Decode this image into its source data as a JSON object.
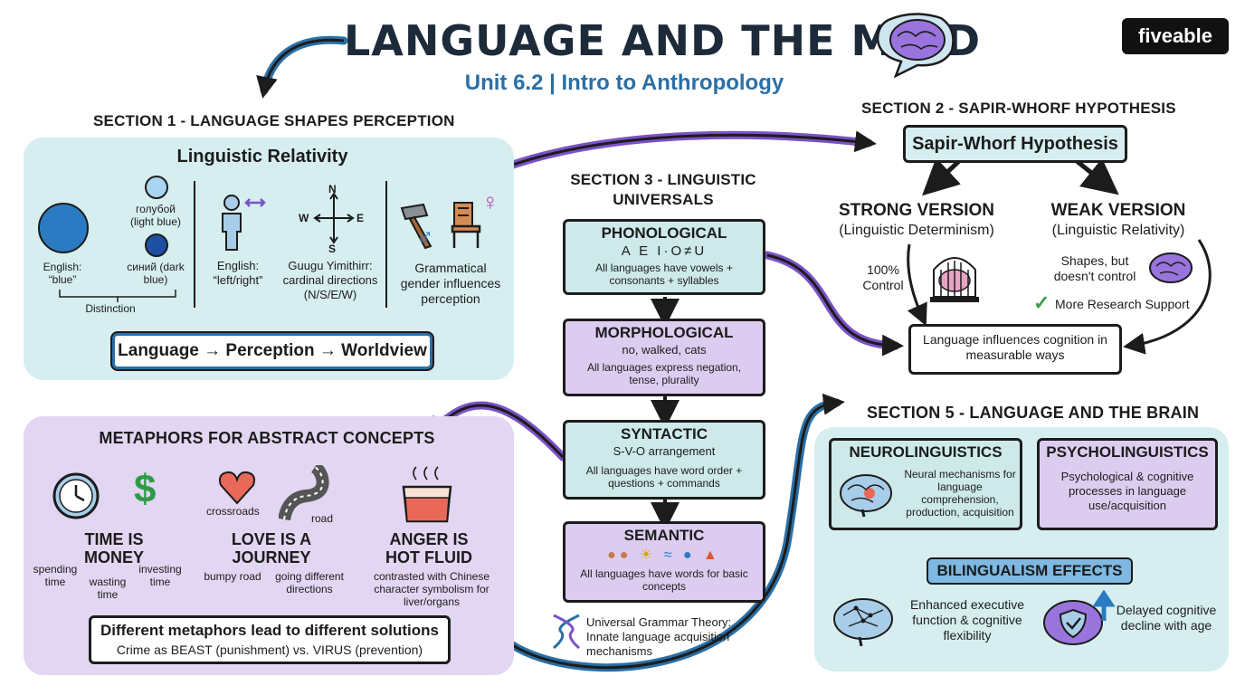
{
  "header": {
    "title": "LANGUAGE AND THE MIND",
    "subtitle": "Unit 6.2 | Intro to Anthropology",
    "logo": "fiveable",
    "colors": {
      "teal": "#d6eeef",
      "lilac": "#e2d6f2",
      "accent_blue": "#2a6fa6",
      "accent_purple": "#7b52c7"
    }
  },
  "section1": {
    "heading": "SECTION 1 - LANGUAGE SHAPES PERCEPTION",
    "panel_title": "Linguistic Relativity",
    "light_blue": "голубой (light blue)",
    "dark_blue": "синий (dark blue)",
    "english_blue": "English: “blue”",
    "distinction": "Distinction",
    "english_lr": "English: “left/right”",
    "guugu": "Guugu Yimithirr: cardinal directions (N/S/E/W)",
    "compass": {
      "n": "N",
      "s": "S",
      "e": "E",
      "w": "W"
    },
    "gender": "Grammatical gender influences perception",
    "flow": "Language → Perception → Worldview"
  },
  "section2": {
    "heading": "SECTION 2 - SAPIR-WHORF HYPOTHESIS",
    "hypothesis": "Sapir-Whorf Hypothesis",
    "strong_title": "STRONG VERSION",
    "strong_sub": "(Linguistic Determinism)",
    "weak_title": "WEAK VERSION",
    "weak_sub": "(Linguistic Relativity)",
    "control": "100% Control",
    "shapes": "Shapes, but doesn't control",
    "research": "More Research Support",
    "conclusion": "Language influences cognition in measurable ways"
  },
  "section3": {
    "heading": "SECTION 3 - LINGUISTIC UNIVERSALS",
    "phon_title": "PHONOLOGICAL",
    "phon_example": "A E I·O≠U",
    "phon_desc": "All languages have vowels + consonants + syllables",
    "morph_title": "MORPHOLOGICAL",
    "morph_example": "no, walked, cats",
    "morph_desc": "All languages express negation, tense, plurality",
    "syn_title": "SYNTACTIC",
    "syn_example": "S-V-O arrangement",
    "syn_desc": "All languages have word order + questions + commands",
    "sem_title": "SEMANTIC",
    "sem_desc": "All languages have words for basic concepts",
    "ug": "Universal Grammar Theory: Innate language acquisition mechanisms"
  },
  "section4": {
    "heading": "METAPHORS FOR ABSTRACT CONCEPTS",
    "time_title": "TIME IS MONEY",
    "spending": "spending time",
    "wasting": "wasting time",
    "investing": "investing time",
    "crossroads": "crossroads",
    "road": "road",
    "love_title": "LOVE IS A JOURNEY",
    "bumpy": "bumpy road",
    "going": "going different directions",
    "anger_title": "ANGER IS HOT FLUID",
    "anger_desc": "contrasted with Chinese character symbolism for liver/organs",
    "diff_title": "Different metaphors lead to different solutions",
    "diff_sub": "Crime as BEAST (punishment) vs. VIRUS (prevention)"
  },
  "section5": {
    "heading": "SECTION 5 - LANGUAGE AND THE BRAIN",
    "neuro_title": "NEUROLINGUISTICS",
    "neuro_desc": "Neural mechanisms for language comprehension, production, acquisition",
    "psycho_title": "PSYCHOLINGUISTICS",
    "psycho_desc": "Psychological & cognitive processes in language use/acquisition",
    "bilingual": "BILINGUALISM EFFECTS",
    "exec": "Enhanced executive function & cognitive flexibility",
    "delay": "Delayed cognitive decline with age"
  }
}
